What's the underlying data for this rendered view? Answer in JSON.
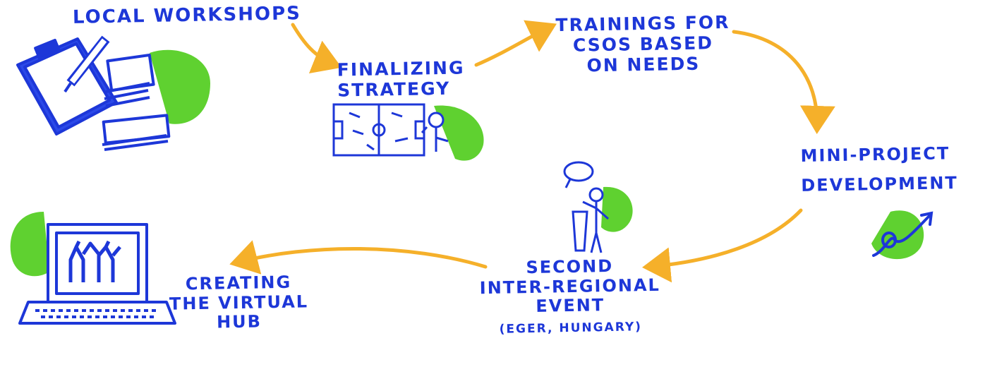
{
  "steps": {
    "local_workshops": {
      "label": "LOCAL WORKSHOPS"
    },
    "finalizing_strategy": {
      "line1": "FINALIZING",
      "line2": "STRATEGY"
    },
    "trainings": {
      "line1": "TRAININGS FOR",
      "line2": "CSOs BASED",
      "line3": "ON NEEDS"
    },
    "mini_project": {
      "line1": "MINI-PROJECT",
      "line2": "DEVELOPMENT"
    },
    "second_event": {
      "line1": "SECOND",
      "line2": "INTER-REGIONAL",
      "line3": "EVENT",
      "location": "(EGER, HUNGARY)"
    },
    "virtual_hub": {
      "line1": "CREATING",
      "line2": "THE VIRTUAL",
      "line3": "HUB"
    }
  },
  "colors": {
    "ink": "#1d37d8",
    "arrow": "#f5b02a",
    "accent": "#5fd130"
  },
  "icons": [
    "clipboard-marker-icon",
    "tactics-board-icon",
    "growth-arrow-icon",
    "speaker-podium-icon",
    "laptop-high-five-icon"
  ]
}
